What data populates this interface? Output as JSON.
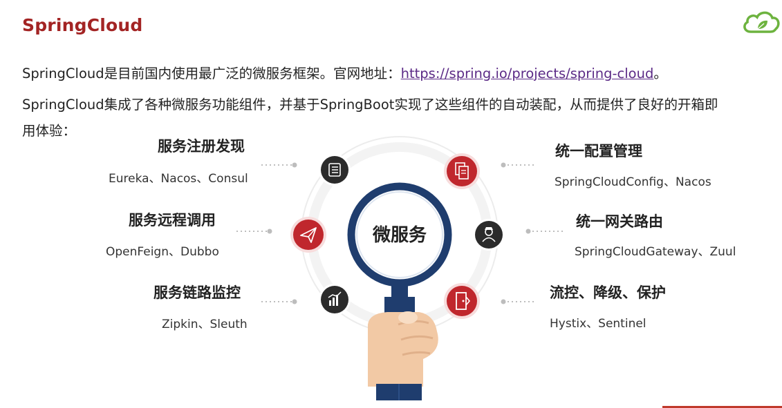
{
  "slide": {
    "title": "SpringCloud",
    "intro_line1_prefix": "SpringCloud是目前国内使用最广泛的微服务框架。官网地址：",
    "intro_link": "https://spring.io/projects/spring-cloud",
    "intro_line1_suffix": "。",
    "intro_line2": "SpringCloud集成了各种微服务功能组件，并基于SpringBoot实现了这些组件的自动装配，从而提供了良好的开箱即",
    "intro_line3": "用体验："
  },
  "diagram": {
    "center_label": "微服务",
    "items": [
      {
        "title": "服务注册发现",
        "sub": "Eureka、Nacos、Consul",
        "icon": "list-icon"
      },
      {
        "title": "服务远程调用",
        "sub": "OpenFeign、Dubbo",
        "icon": "paper-plane-icon"
      },
      {
        "title": "服务链路监控",
        "sub": "Zipkin、Sleuth",
        "icon": "chart-icon"
      },
      {
        "title": "统一配置管理",
        "sub": "SpringCloudConfig、Nacos",
        "icon": "documents-icon"
      },
      {
        "title": "统一网关路由",
        "sub": "SpringCloudGateway、Zuul",
        "icon": "gatekeeper-icon"
      },
      {
        "title": "流控、降级、保护",
        "sub": "Hystix、Sentinel",
        "icon": "shield-door-icon"
      }
    ]
  },
  "colors": {
    "title": "#a32424",
    "accent_red": "#c0272d",
    "dark_icon": "#2b2b2b",
    "magnifier": "#1f3d6e",
    "link": "#5b2a86",
    "logo_green": "#6db33f"
  }
}
